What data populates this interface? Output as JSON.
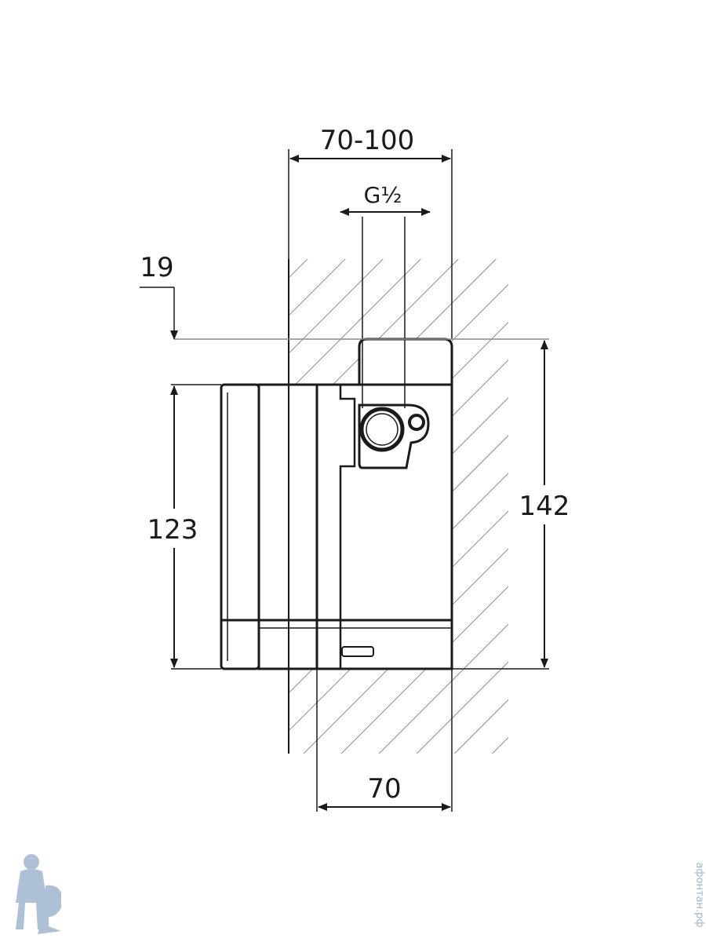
{
  "dimensions": {
    "width_range": "70-100",
    "thread": "G½",
    "offset": "19",
    "height_total": "142",
    "height_body": "123",
    "depth": "70"
  },
  "watermark": {
    "text": "афонтан.рф",
    "icon": "plumber-mascot-icon"
  },
  "colors": {
    "line": "#1a1a1a",
    "hatch": "#8c8c8c",
    "watermark": "#9fb6cf"
  }
}
